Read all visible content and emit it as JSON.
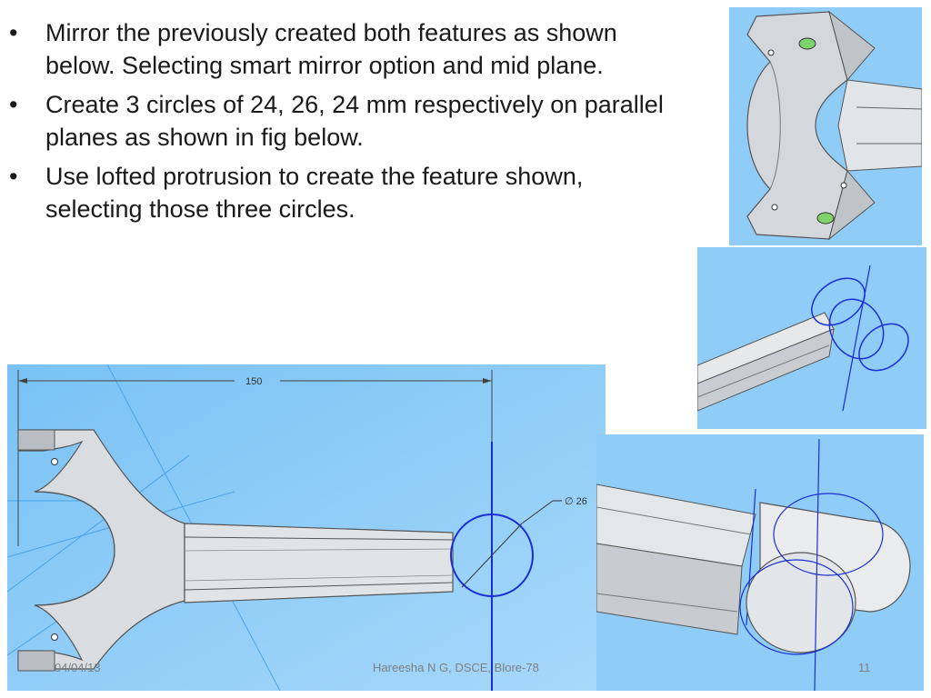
{
  "bullets": [
    "Mirror the previously created both features as shown below. Selecting smart mirror option and mid plane.",
    "Create 3 circles of 24, 26, 24 mm respectively on parallel planes as shown in  fig below.",
    "Use lofted protrusion to create the feature shown, selecting those three circles."
  ],
  "bullet_glyph": "•",
  "figure": {
    "dimension_length": "150",
    "dimension_diameter": "∅ 26"
  },
  "footer": {
    "date": "04/04/13",
    "author": "Hareesha N G, DSCE, Blore-78",
    "page": "11"
  },
  "colors": {
    "figure_background": "#8fcdf8",
    "sketch_blue": "#1a2fd6",
    "part_gray": "#d9dde0"
  }
}
